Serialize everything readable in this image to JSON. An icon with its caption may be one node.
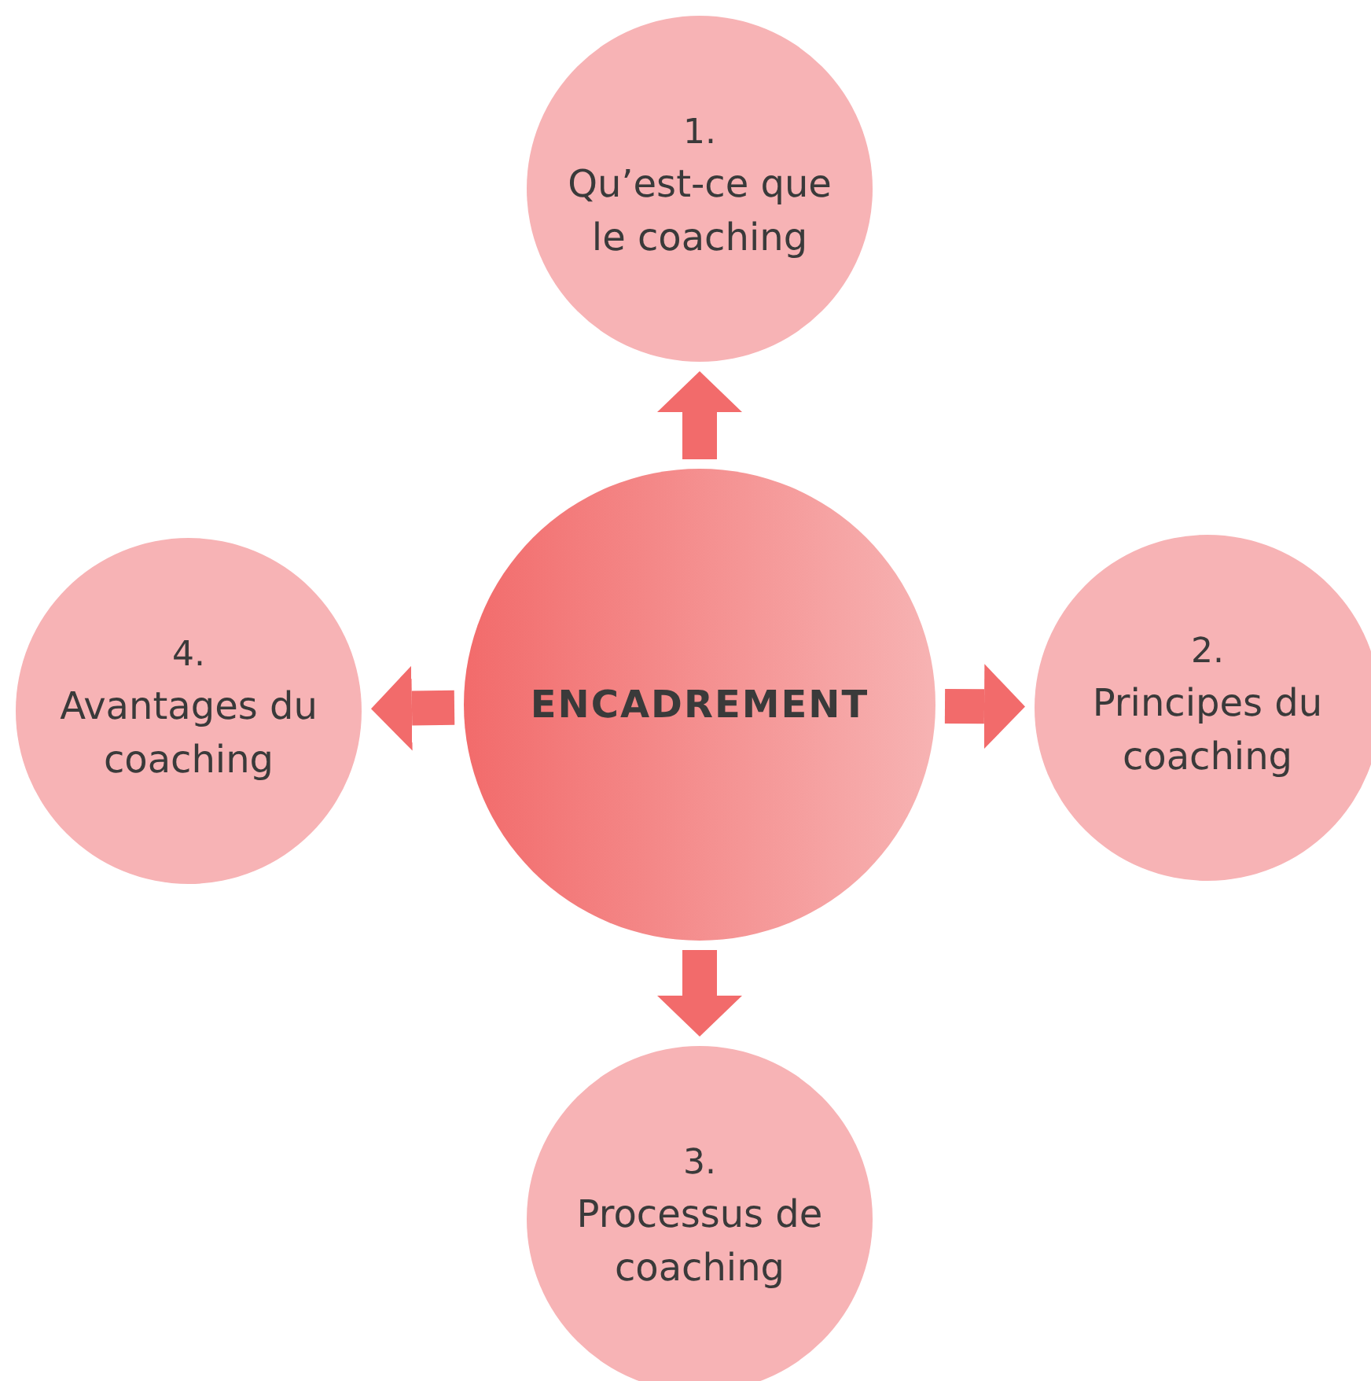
{
  "diagram": {
    "nodes": [
      {
        "text": [
          "1.",
          "Qu’est-ce que le coaching"
        ]
      },
      {
        "text": [
          "4.",
          "Avantages du coaching"
        ]
      },
      {
        "text": [
          "ENCADREMENT"
        ]
      },
      {
        "text": [
          "2.",
          "Principes du coaching"
        ]
      },
      {
        "text": [
          "3.",
          "Processus de coaching"
        ]
      }
    ],
    "edges": [
      {
        "from": 2,
        "to": 0,
        "arrow": "to"
      },
      {
        "from": 2,
        "to": 3,
        "arrow": "to"
      },
      {
        "from": 2,
        "to": 4,
        "arrow": "to"
      },
      {
        "from": 2,
        "to": 1,
        "arrow": "to"
      }
    ]
  }
}
